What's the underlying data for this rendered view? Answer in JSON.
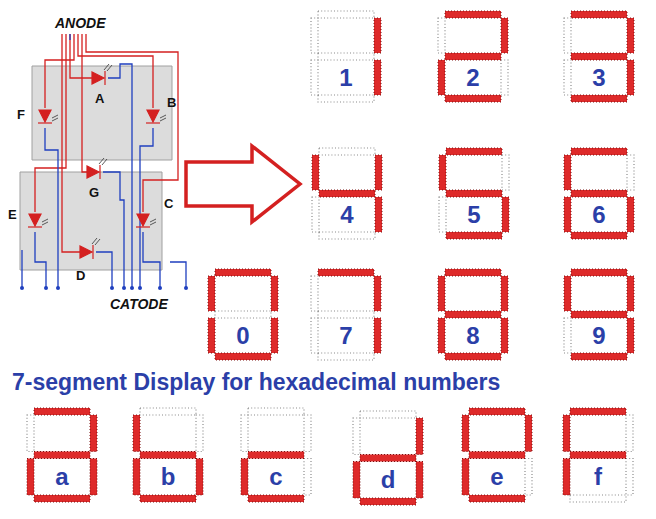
{
  "diagram": {
    "title": "7-segment Display for hexadecimal numbers",
    "nodes": [
      {
        "text": [
          "1"
        ]
      },
      {
        "text": [
          "2"
        ]
      },
      {
        "text": [
          "3"
        ]
      },
      {
        "text": [
          "4"
        ]
      },
      {
        "text": [
          "5"
        ]
      },
      {
        "text": [
          "6"
        ]
      },
      {
        "text": [
          "0"
        ]
      },
      {
        "text": [
          "7"
        ]
      },
      {
        "text": [
          "8"
        ]
      },
      {
        "text": [
          "9"
        ]
      },
      {
        "text": [
          "a"
        ]
      },
      {
        "text": [
          "b"
        ]
      },
      {
        "text": [
          "c"
        ]
      },
      {
        "text": [
          "d"
        ]
      },
      {
        "text": [
          "e"
        ]
      },
      {
        "text": [
          "f"
        ]
      }
    ],
    "labels": [
      "ANODE",
      "A",
      "F",
      "B",
      "G",
      "E",
      "C",
      "D",
      "CATODE"
    ]
  }
}
